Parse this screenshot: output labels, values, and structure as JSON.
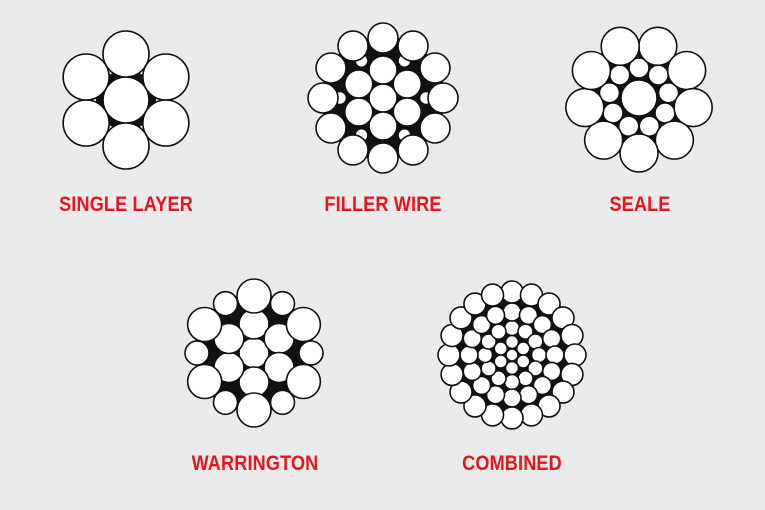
{
  "colors": {
    "background": "#ebebeb",
    "label": "#e8161c",
    "wire_fill": "#ffffff",
    "wire_outline": "#111111"
  },
  "strands": [
    {
      "id": "single-layer",
      "label": "SINGLE LAYER"
    },
    {
      "id": "filler-wire",
      "label": "FILLER WIRE"
    },
    {
      "id": "seale",
      "label": "SEALE"
    },
    {
      "id": "warrington",
      "label": "WARRINGTON"
    },
    {
      "id": "combined",
      "label": "COMBINED"
    }
  ]
}
